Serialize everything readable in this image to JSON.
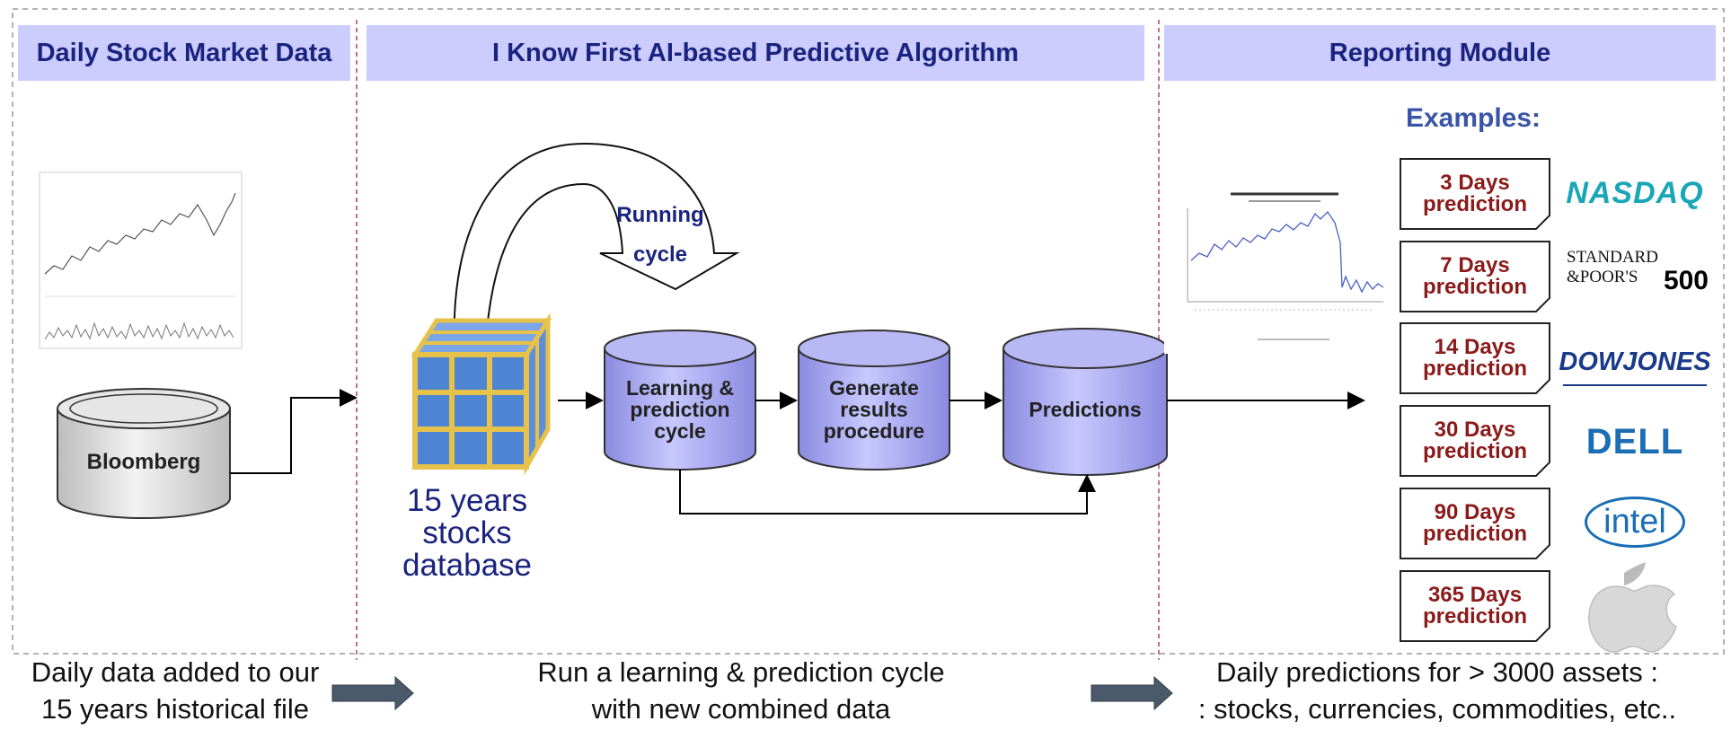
{
  "sections": {
    "left": "Daily Stock Market Data",
    "middle": "I Know First AI-based Predictive Algorithm",
    "right": "Reporting Module"
  },
  "left_panel": {
    "source": "Bloomberg"
  },
  "middle_panel": {
    "running_cycle": [
      "Running",
      "cycle"
    ],
    "database_label": [
      "15 years",
      "stocks",
      "database"
    ],
    "learning": [
      "Learning &",
      "prediction",
      "cycle"
    ],
    "generate": [
      "Generate",
      "results",
      "procedure"
    ],
    "predictions": "Predictions"
  },
  "right_panel": {
    "examples": "Examples:",
    "predictions": [
      {
        "days": "3 Days",
        "label": "prediction",
        "logo": "NASDAQ",
        "icon": "nasdaq-logo"
      },
      {
        "days": "7 Days",
        "label": "prediction",
        "logo_line1": "STANDARD",
        "logo_line2": "&POOR'S",
        "logo_num": "500",
        "icon": "sp500-logo"
      },
      {
        "days": "14 Days",
        "label": "prediction",
        "logo": "DOWJONES",
        "icon": "dowjones-logo"
      },
      {
        "days": "30 Days",
        "label": "prediction",
        "logo": "DELL",
        "icon": "dell-logo"
      },
      {
        "days": "90 Days",
        "label": "prediction",
        "logo": "intel",
        "icon": "intel-logo"
      },
      {
        "days": "365 Days",
        "label": "prediction",
        "icon": "apple-logo"
      }
    ]
  },
  "captions": {
    "left": [
      "Daily data added to our",
      "15 years historical file"
    ],
    "middle": [
      "Run a learning & prediction cycle",
      "with new combined data"
    ],
    "right": [
      "Daily predictions for > 3000 assets :",
      ": stocks, currencies, commodities, etc.."
    ]
  },
  "colors": {
    "header_bg": "#ccccff",
    "header_text": "#1a237e",
    "cylinder_fill": "#a8a8ee",
    "prediction_text": "#8b1a1a"
  }
}
